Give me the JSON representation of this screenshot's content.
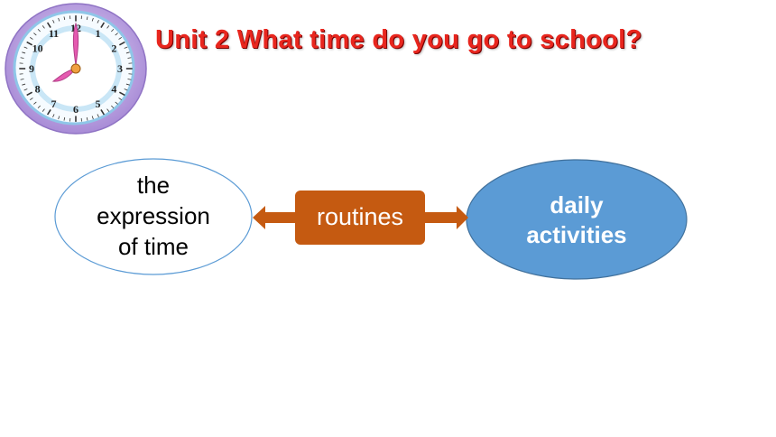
{
  "title": "Unit 2 What time do you go to school?",
  "clock": {
    "numbers": [
      "12",
      "1",
      "2",
      "3",
      "4",
      "5",
      "6",
      "7",
      "8",
      "9",
      "10",
      "11"
    ],
    "hour_hand_points_to": "8",
    "minute_hand_points_to": "12"
  },
  "diagram": {
    "left_node": "the\nexpression\nof time",
    "center_node": "routines",
    "right_node": "daily\nactivities"
  },
  "colors": {
    "title": "#e8261e",
    "center_box": "#c55a11",
    "arrow": "#c55a11",
    "left_ellipse_stroke": "#5b9bd5",
    "right_ellipse_fill": "#5b9bd5",
    "clock_rim": "#b9a0df",
    "clock_hands": "#e55ab0"
  }
}
